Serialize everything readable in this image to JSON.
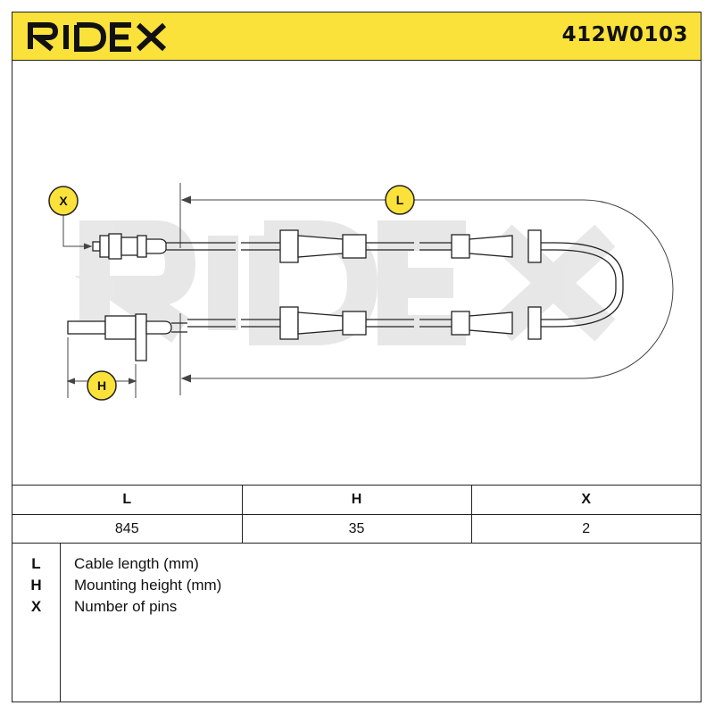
{
  "header": {
    "brand": "RIDEX",
    "part_number": "412W0103",
    "accent_color": "#fbe23a"
  },
  "diagram": {
    "watermark": "RIDEX",
    "callouts": {
      "x": "X",
      "l": "L",
      "h": "H"
    }
  },
  "dimensions_table": {
    "columns": [
      "L",
      "H",
      "X"
    ],
    "values": [
      "845",
      "35",
      "2"
    ]
  },
  "legend": [
    {
      "key": "L",
      "text": "Cable length (mm)"
    },
    {
      "key": "H",
      "text": "Mounting height (mm)"
    },
    {
      "key": "X",
      "text": "Number of pins"
    }
  ]
}
